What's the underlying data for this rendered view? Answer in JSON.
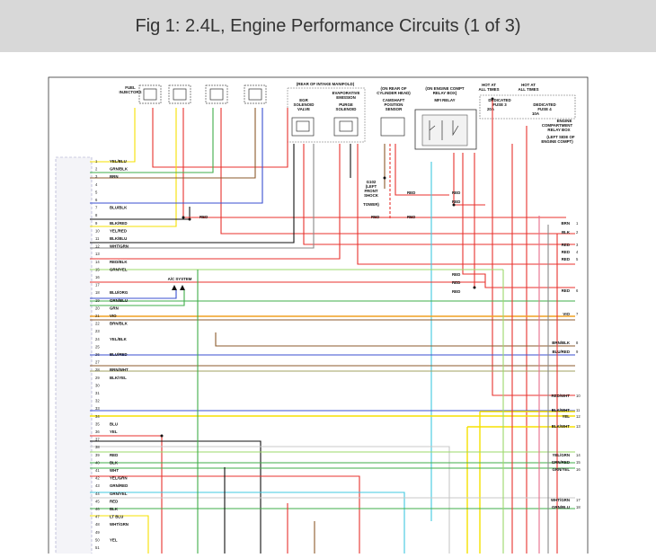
{
  "header": {
    "title": "Fig 1: 2.4L, Engine Performance Circuits (1 of 3)"
  },
  "components": {
    "fuel_injectors": [
      "FUEL",
      "INJECTORS"
    ],
    "intake_manifold": "(REAR OF INTAKE MANIFOLD)",
    "egr": [
      "EGR",
      "SOLENOID",
      "VALVE"
    ],
    "evap": [
      "EVAPORATIVE",
      "EMISSION",
      "PURGE",
      "SOLENOID"
    ],
    "camshaft": [
      "(ON REAR OF",
      "CYLINDER HEAD)",
      "CAMSHAFT",
      "POSITION",
      "SENSOR"
    ],
    "mfi_relay": [
      "(ON ENGINE COMPT",
      "RELAY BOX)",
      "MFI RELAY"
    ],
    "hot_left": [
      "HOT AT",
      "ALL TIMES"
    ],
    "hot_right": [
      "HOT AT",
      "ALL TIMES"
    ],
    "fuse3": [
      "DEDICATED",
      "FUSE 3",
      "20A"
    ],
    "fuse4": [
      "DEDICATED",
      "FUSE 4",
      "10A"
    ],
    "relay_box": [
      "ENGINE",
      "COMPARTMENT",
      "RELAY BOX",
      "(LEFT SIDE OF",
      "ENGINE COMPT)"
    ],
    "ground": [
      "G102",
      "(LEFT",
      "FRONT",
      "SHOCK",
      "TOWER)"
    ],
    "ac_system": "A/C SYSTEM"
  },
  "left_pins": [
    {
      "num": "1",
      "label": "YEL/BLU"
    },
    {
      "num": "2",
      "label": "GRN/BLK"
    },
    {
      "num": "3",
      "label": "BRN"
    },
    {
      "num": "4",
      "label": ""
    },
    {
      "num": "5",
      "label": ""
    },
    {
      "num": "6",
      "label": ""
    },
    {
      "num": "7",
      "label": "BLU/BLK"
    },
    {
      "num": "8",
      "label": ""
    },
    {
      "num": "9",
      "label": "BLK/RED"
    },
    {
      "num": "10",
      "label": "YEL/RED"
    },
    {
      "num": "11",
      "label": "BLK/BLU"
    },
    {
      "num": "12",
      "label": "WHT/GRN"
    },
    {
      "num": "13",
      "label": ""
    },
    {
      "num": "14",
      "label": "RED/BLK"
    },
    {
      "num": "15",
      "label": "GRN/YEL"
    },
    {
      "num": "16",
      "label": ""
    },
    {
      "num": "17",
      "label": ""
    },
    {
      "num": "18",
      "label": "BLU/ORG"
    },
    {
      "num": "19",
      "label": "GRN/BLU"
    },
    {
      "num": "20",
      "label": "GRN"
    },
    {
      "num": "21",
      "label": "VIO"
    },
    {
      "num": "22",
      "label": "BRN/BLK"
    },
    {
      "num": "23",
      "label": ""
    },
    {
      "num": "24",
      "label": "YEL/BLK"
    },
    {
      "num": "25",
      "label": ""
    },
    {
      "num": "26",
      "label": "BLU/RED"
    },
    {
      "num": "27",
      "label": ""
    },
    {
      "num": "28",
      "label": "BRN/WHT"
    },
    {
      "num": "29",
      "label": "BLK/YEL"
    },
    {
      "num": "30",
      "label": ""
    },
    {
      "num": "31",
      "label": ""
    },
    {
      "num": "32",
      "label": ""
    },
    {
      "num": "33",
      "label": ""
    },
    {
      "num": "34",
      "label": ""
    },
    {
      "num": "35",
      "label": "BLU"
    },
    {
      "num": "36",
      "label": "YEL"
    },
    {
      "num": "37",
      "label": ""
    },
    {
      "num": "38",
      "label": ""
    },
    {
      "num": "39",
      "label": "RED"
    },
    {
      "num": "40",
      "label": "BLK"
    },
    {
      "num": "41",
      "label": "WHT"
    },
    {
      "num": "42",
      "label": "YEL/GRN"
    },
    {
      "num": "43",
      "label": "GRN/RED"
    },
    {
      "num": "44",
      "label": "GRN/YEL"
    },
    {
      "num": "45",
      "label": "RED"
    },
    {
      "num": "46",
      "label": "BLK"
    },
    {
      "num": "47",
      "label": "LT BLU"
    },
    {
      "num": "48",
      "label": "WHT/GRN"
    },
    {
      "num": "49",
      "label": ""
    },
    {
      "num": "50",
      "label": "YEL"
    },
    {
      "num": "51",
      "label": ""
    }
  ],
  "right_outputs": [
    {
      "num": "1",
      "label": "BRN"
    },
    {
      "num": "2",
      "label": "BLK"
    },
    {
      "num": "3",
      "label": "RED"
    },
    {
      "num": "4",
      "label": "RED"
    },
    {
      "num": "5",
      "label": "RED"
    },
    {
      "num": "6",
      "label": "RED"
    },
    {
      "num": "7",
      "label": "VIO"
    },
    {
      "num": "8",
      "label": "BRN/BLK"
    },
    {
      "num": "9",
      "label": "BLU/RED"
    },
    {
      "num": "10",
      "label": "RED/WHT"
    },
    {
      "num": "11",
      "label": "BLK/WHT"
    },
    {
      "num": "12",
      "label": "YEL"
    },
    {
      "num": "13",
      "label": "BLK/WHT"
    },
    {
      "num": "14",
      "label": "YEL/GRN"
    },
    {
      "num": "15",
      "label": "GRN/RED"
    },
    {
      "num": "16",
      "label": "GRN/YEL"
    },
    {
      "num": "17",
      "label": "WHT/GRN"
    },
    {
      "num": "18",
      "label": "GRN/BLU"
    }
  ],
  "mid_labels": {
    "red1": "RED",
    "red2": "RED",
    "red3": "RED",
    "red4": "RED",
    "red5": "RED",
    "red6": "RED",
    "red7": "RED",
    "red8": "RED",
    "red9": "RED"
  },
  "colors": {
    "red": "#e8322d",
    "green": "#3fae49",
    "blue": "#3a4fd0",
    "brown": "#8b5a2b",
    "yellow": "#f5e000",
    "orange": "#f0a020",
    "cyan": "#40c8e0",
    "grey": "#888888",
    "black": "#111111",
    "pink": "#e86d8a",
    "lightgreen": "#9bd96a"
  }
}
